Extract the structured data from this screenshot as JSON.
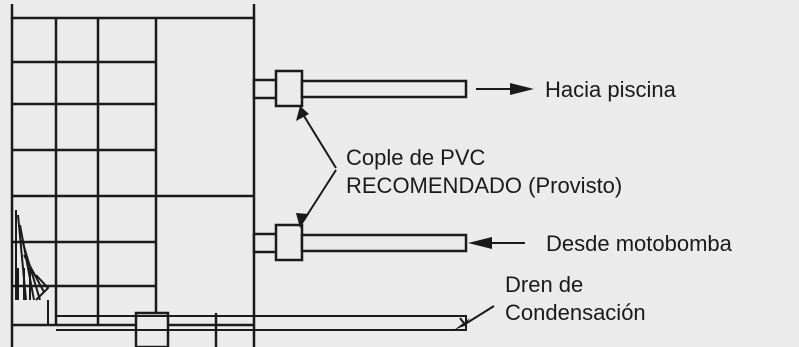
{
  "labels": {
    "to_pool": "Hacia piscina",
    "coupling_line1": "Cople de PVC",
    "coupling_line2": "RECOMENDADO (Provisto)",
    "from_pump": "Desde motobomba",
    "drain_line1": "Dren de",
    "drain_line2": "Condensación"
  }
}
